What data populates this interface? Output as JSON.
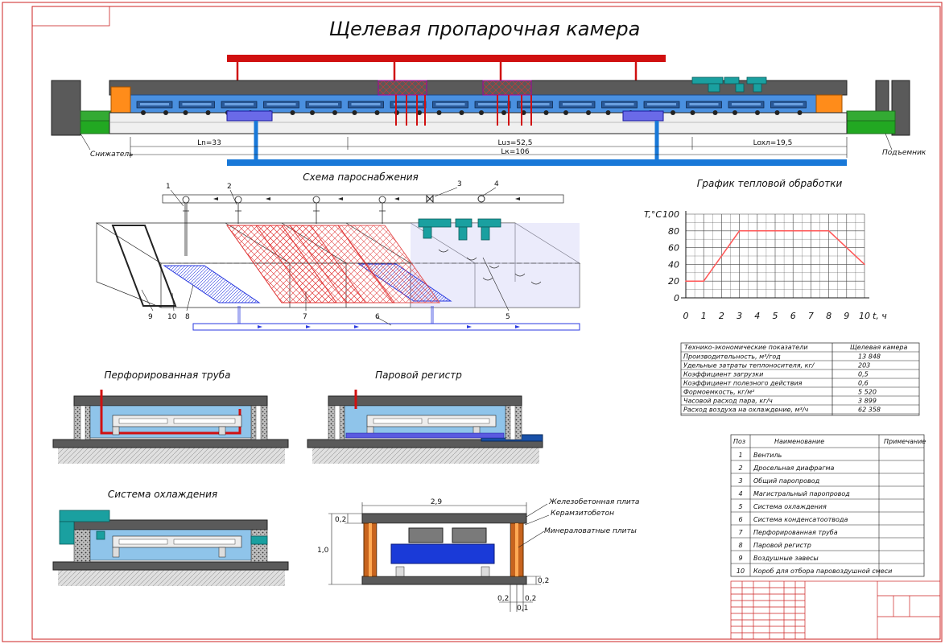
{
  "title": "Щелевая пропарочная камера",
  "chamber": {
    "left_label": "Снижатель",
    "right_label": "Подъемник",
    "dim_ln": "Ln=33",
    "dim_luz": "Luз=52,5",
    "dim_loxl": "Loxл=19,5",
    "dim_lk": "Lк=106"
  },
  "scheme": {
    "title": "Схема пароснабжения",
    "callouts": [
      "1",
      "2",
      "3",
      "4",
      "5",
      "6",
      "7",
      "8",
      "9",
      "10"
    ]
  },
  "sections": {
    "perforated": "Перфорированная труба",
    "register": "Паровой регистр",
    "cooling": "Система охлаждения"
  },
  "cross_section": {
    "w": "2,9",
    "h": "1,0",
    "t_top": "0,2",
    "t_bottom": "0,2",
    "t_a": "0,2",
    "t_b": "0,1",
    "t_c": "0,2",
    "layer1": "Железобетонная плита",
    "layer2": "Керамзитобетон",
    "layer3": "Минераловатные плиты"
  },
  "chart_data": {
    "type": "line",
    "title": "График тепловой обработки",
    "xlabel": "t, ч",
    "ylabel": "T,°C",
    "xlim": [
      0,
      10
    ],
    "ylim": [
      0,
      100
    ],
    "x_ticks": [
      0,
      1,
      2,
      3,
      4,
      5,
      6,
      7,
      8,
      9,
      10
    ],
    "y_ticks": [
      0,
      20,
      40,
      60,
      80,
      100
    ],
    "grid": true,
    "series": [
      {
        "x": [
          0,
          1,
          3,
          8,
          10
        ],
        "y": [
          20,
          20,
          80,
          80,
          40
        ]
      }
    ],
    "line_color": "#ff5555"
  },
  "indicators": {
    "header_name": "Технико-экономические показатели",
    "header_value": "Щелевая камера",
    "rows": [
      {
        "name": "Производительность, м³/год",
        "value": "13 848"
      },
      {
        "name": "Удельные затраты теплоносителя, кг/",
        "value": "203"
      },
      {
        "name": "Коэффициент загрузки",
        "value": "0,5"
      },
      {
        "name": "Коэффициент полезного действия",
        "value": "0,6"
      },
      {
        "name": "Формоемкость, кг/м²",
        "value": "5 520"
      },
      {
        "name": "Часовой расход пара, кг/ч",
        "value": "3 899"
      },
      {
        "name": "Расход воздуха на охлаждение, м³/ч",
        "value": "62 358"
      }
    ]
  },
  "spec": {
    "col_pos": "Поз",
    "col_name": "Наименование",
    "col_note": "Примечание",
    "rows": [
      {
        "pos": "1",
        "name": "Вентиль"
      },
      {
        "pos": "2",
        "name": "Дросельная диафрагма"
      },
      {
        "pos": "3",
        "name": "Общий паропровод"
      },
      {
        "pos": "4",
        "name": "Магистральный паропровод"
      },
      {
        "pos": "5",
        "name": "Система охлаждения"
      },
      {
        "pos": "6",
        "name": "Система конденсатоотвода"
      },
      {
        "pos": "7",
        "name": "Перфорированная труба"
      },
      {
        "pos": "8",
        "name": "Паровой регистр"
      },
      {
        "pos": "9",
        "name": "Воздушные завесы"
      },
      {
        "pos": "10",
        "name": "Короб для отбора паровоздушной смеси"
      }
    ]
  },
  "colors": {
    "steam": "#d01010",
    "water": "#1878d8",
    "chamber_fill": "#4a90e0",
    "concrete": "#5a5a5a",
    "orange": "#ff8c1a",
    "green": "#33aa33",
    "teal": "#1aa0a0",
    "frame": "#cc2222"
  }
}
